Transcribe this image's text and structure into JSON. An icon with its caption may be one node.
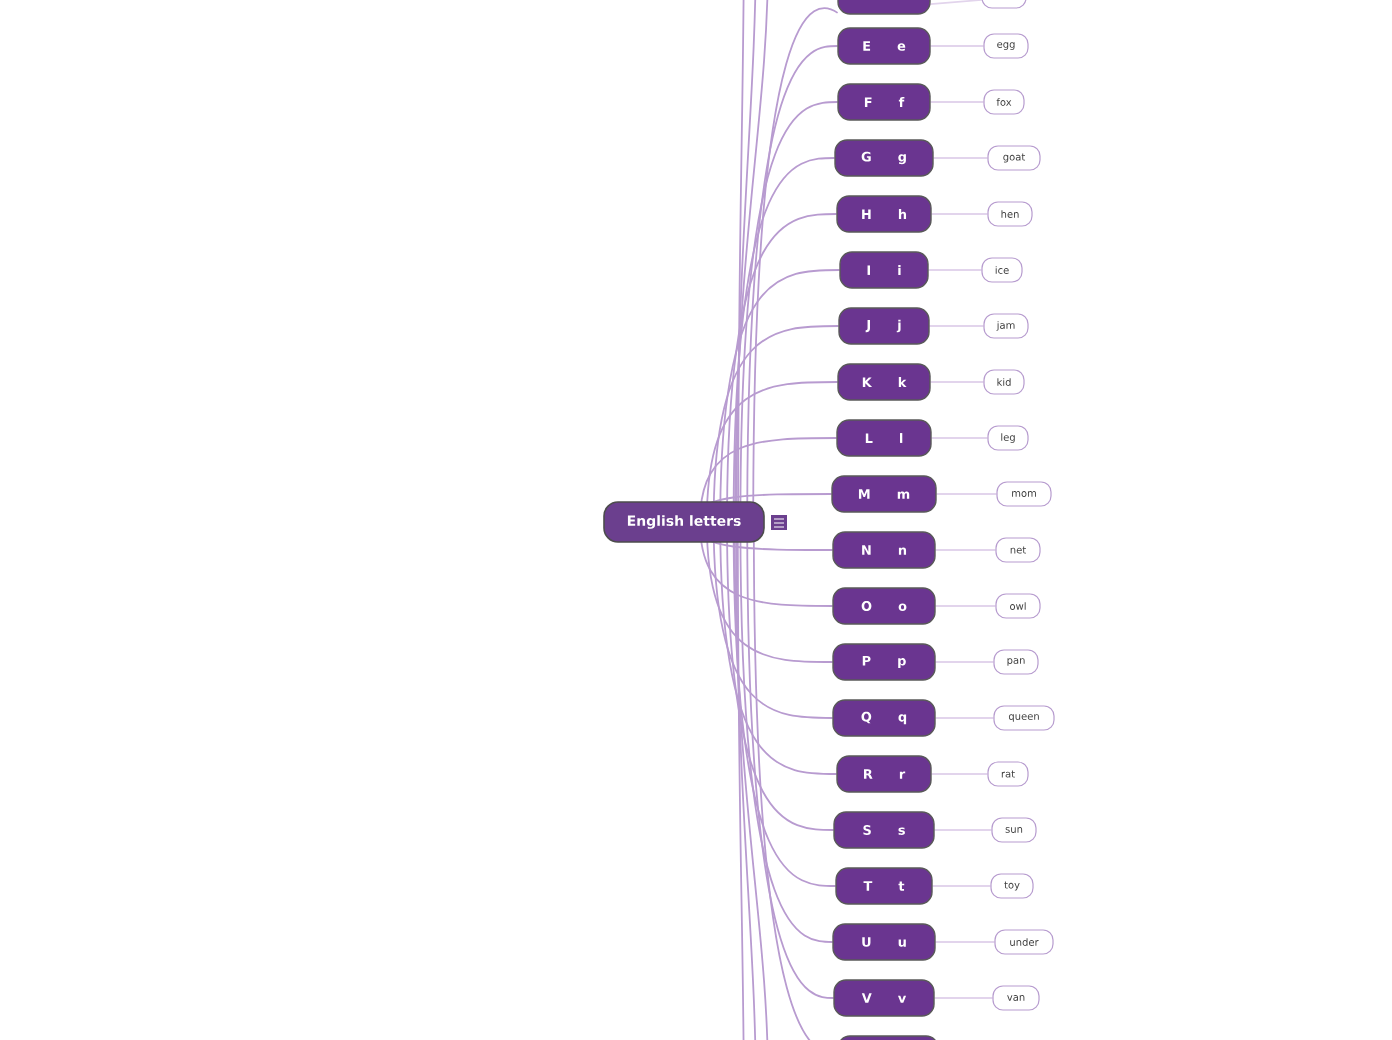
{
  "diagram": {
    "nodes": [
      {
        "text": [
          "English letters"
        ]
      },
      {
        "text": [],
        "shape": "box"
      },
      {
        "text": [],
        "shape": "box"
      },
      {
        "text": [
          "E",
          "e"
        ]
      },
      {
        "text": [
          "egg"
        ]
      },
      {
        "text": [
          "F",
          "f"
        ]
      },
      {
        "text": [
          "fox"
        ]
      },
      {
        "text": [
          "G",
          "g"
        ]
      },
      {
        "text": [
          "goat"
        ]
      },
      {
        "text": [
          "H",
          "h"
        ]
      },
      {
        "text": [
          "hen"
        ]
      },
      {
        "text": [
          "I",
          "i"
        ]
      },
      {
        "text": [
          "ice"
        ]
      },
      {
        "text": [
          "J",
          "j"
        ]
      },
      {
        "text": [
          "jam"
        ]
      },
      {
        "text": [
          "K",
          "k"
        ]
      },
      {
        "text": [
          "kid"
        ]
      },
      {
        "text": [
          "L",
          "l"
        ]
      },
      {
        "text": [
          "leg"
        ]
      },
      {
        "text": [
          "M",
          "m"
        ]
      },
      {
        "text": [
          "mom"
        ]
      },
      {
        "text": [
          "N",
          "n"
        ]
      },
      {
        "text": [
          "net"
        ]
      },
      {
        "text": [
          "O",
          "o"
        ]
      },
      {
        "text": [
          "owl"
        ]
      },
      {
        "text": [
          "P",
          "p"
        ]
      },
      {
        "text": [
          "pan"
        ]
      },
      {
        "text": [
          "Q",
          "q"
        ]
      },
      {
        "text": [
          "queen"
        ]
      },
      {
        "text": [
          "R",
          "r"
        ]
      },
      {
        "text": [
          "rat"
        ]
      },
      {
        "text": [
          "S",
          "s"
        ]
      },
      {
        "text": [
          "sun"
        ]
      },
      {
        "text": [
          "T",
          "t"
        ]
      },
      {
        "text": [
          "toy"
        ]
      },
      {
        "text": [
          "U",
          "u"
        ]
      },
      {
        "text": [
          "under"
        ]
      },
      {
        "text": [
          "V",
          "v"
        ]
      },
      {
        "text": [
          "van"
        ]
      },
      {
        "text": [],
        "shape": "box"
      }
    ],
    "edges": [
      {
        "from": 0,
        "to": null,
        "arrow": "none"
      },
      {
        "from": 0,
        "to": null,
        "arrow": "none"
      },
      {
        "from": 0,
        "to": null,
        "arrow": "none"
      },
      {
        "from": 0,
        "to": 1,
        "arrow": "none"
      },
      {
        "from": 1,
        "to": 2,
        "arrow": "none"
      },
      {
        "from": 0,
        "to": 3,
        "arrow": "none"
      },
      {
        "from": 3,
        "to": 4,
        "arrow": "none"
      },
      {
        "from": 0,
        "to": 5,
        "arrow": "none"
      },
      {
        "from": 5,
        "to": 6,
        "arrow": "none"
      },
      {
        "from": 0,
        "to": 7,
        "arrow": "none"
      },
      {
        "from": 7,
        "to": 8,
        "arrow": "none"
      },
      {
        "from": 0,
        "to": 9,
        "arrow": "none"
      },
      {
        "from": 9,
        "to": 10,
        "arrow": "none"
      },
      {
        "from": 0,
        "to": 11,
        "arrow": "none"
      },
      {
        "from": 11,
        "to": 12,
        "arrow": "none"
      },
      {
        "from": 0,
        "to": 13,
        "arrow": "none"
      },
      {
        "from": 13,
        "to": 14,
        "arrow": "none"
      },
      {
        "from": 0,
        "to": 15,
        "arrow": "none"
      },
      {
        "from": 15,
        "to": 16,
        "arrow": "none"
      },
      {
        "from": 0,
        "to": 17,
        "arrow": "none"
      },
      {
        "from": 17,
        "to": 18,
        "arrow": "none"
      },
      {
        "from": 0,
        "to": 19,
        "arrow": "none"
      },
      {
        "from": 19,
        "to": 20,
        "arrow": "none"
      },
      {
        "from": 0,
        "to": 21,
        "arrow": "none"
      },
      {
        "from": 21,
        "to": 22,
        "arrow": "none"
      },
      {
        "from": 0,
        "to": 23,
        "arrow": "none"
      },
      {
        "from": 23,
        "to": 24,
        "arrow": "none"
      },
      {
        "from": 0,
        "to": 25,
        "arrow": "none"
      },
      {
        "from": 25,
        "to": 26,
        "arrow": "none"
      },
      {
        "from": 0,
        "to": 27,
        "arrow": "none"
      },
      {
        "from": 27,
        "to": 28,
        "arrow": "none"
      },
      {
        "from": 0,
        "to": 29,
        "arrow": "none"
      },
      {
        "from": 29,
        "to": 30,
        "arrow": "none"
      },
      {
        "from": 0,
        "to": 31,
        "arrow": "none"
      },
      {
        "from": 31,
        "to": 32,
        "arrow": "none"
      },
      {
        "from": 0,
        "to": 33,
        "arrow": "none"
      },
      {
        "from": 33,
        "to": 34,
        "arrow": "none"
      },
      {
        "from": 0,
        "to": 35,
        "arrow": "none"
      },
      {
        "from": 35,
        "to": 36,
        "arrow": "none"
      },
      {
        "from": 0,
        "to": 37,
        "arrow": "none"
      },
      {
        "from": 37,
        "to": 38,
        "arrow": "none"
      },
      {
        "from": 0,
        "to": 39,
        "arrow": "none"
      },
      {
        "from": 0,
        "to": null,
        "arrow": "none"
      },
      {
        "from": 0,
        "to": null,
        "arrow": "none"
      },
      {
        "from": 0,
        "to": null,
        "arrow": "none"
      }
    ]
  }
}
